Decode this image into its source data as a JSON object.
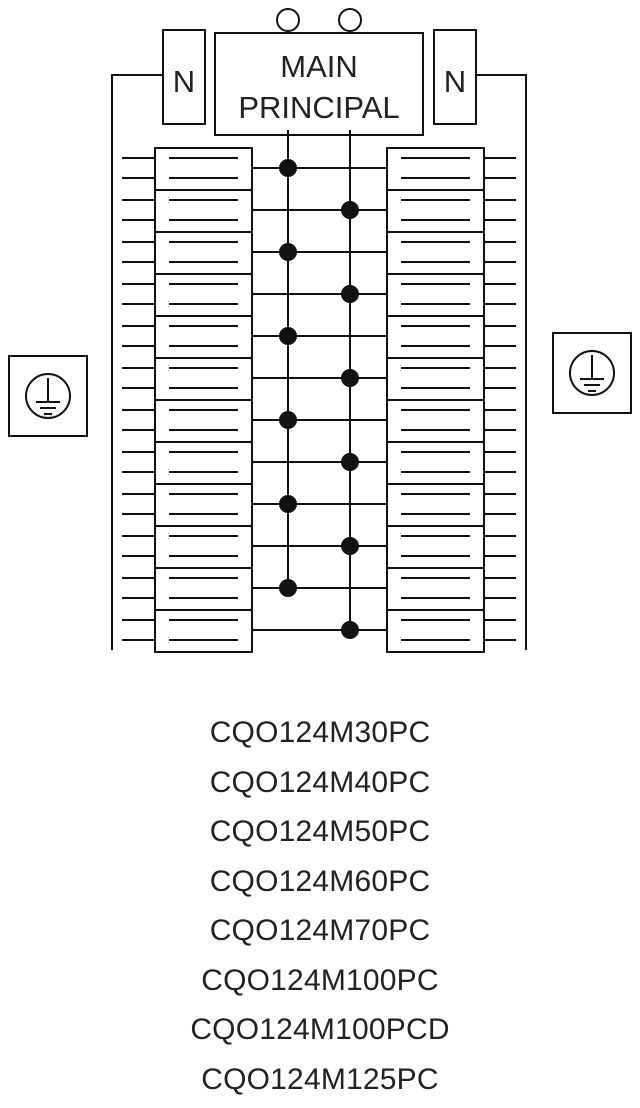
{
  "panel": {
    "main_label": [
      "MAIN",
      "PRINCIPAL"
    ],
    "neutral_left": "N",
    "neutral_right": "N",
    "breaker_spaces_per_side": 12,
    "ground_symbol_left": "ground-icon",
    "ground_symbol_right": "ground-icon"
  },
  "models": [
    "CQO124M30PC",
    "CQO124M40PC",
    "CQO124M50PC",
    "CQO124M60PC",
    "CQO124M70PC",
    "CQO124M100PC",
    "CQO124M100PCD",
    "CQO124M125PC"
  ],
  "colors": {
    "line": "#111111",
    "text": "#222222",
    "background": "#ffffff"
  }
}
